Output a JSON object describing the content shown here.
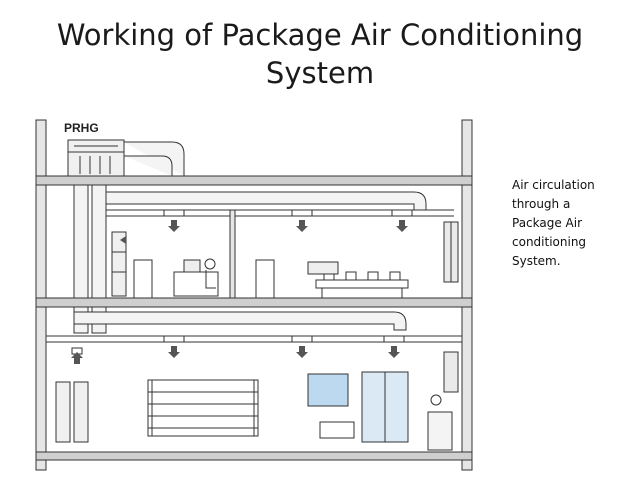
{
  "slide": {
    "title_line1": "Working of Package Air Conditioning",
    "title_line2": "System"
  },
  "diagram": {
    "unit_label": "PRHG"
  },
  "caption": {
    "lines": [
      "Air circulation",
      "through a",
      "Package Air",
      "conditioning",
      "System."
    ]
  },
  "colors": {
    "line": "#333333",
    "duct_fill": "#f4f4f4",
    "floor_slab": "#cfcfcf",
    "window_blue": "#bcd9ef"
  },
  "icons": [
    "supply-air-arrow-icon",
    "return-air-arrow-icon"
  ]
}
